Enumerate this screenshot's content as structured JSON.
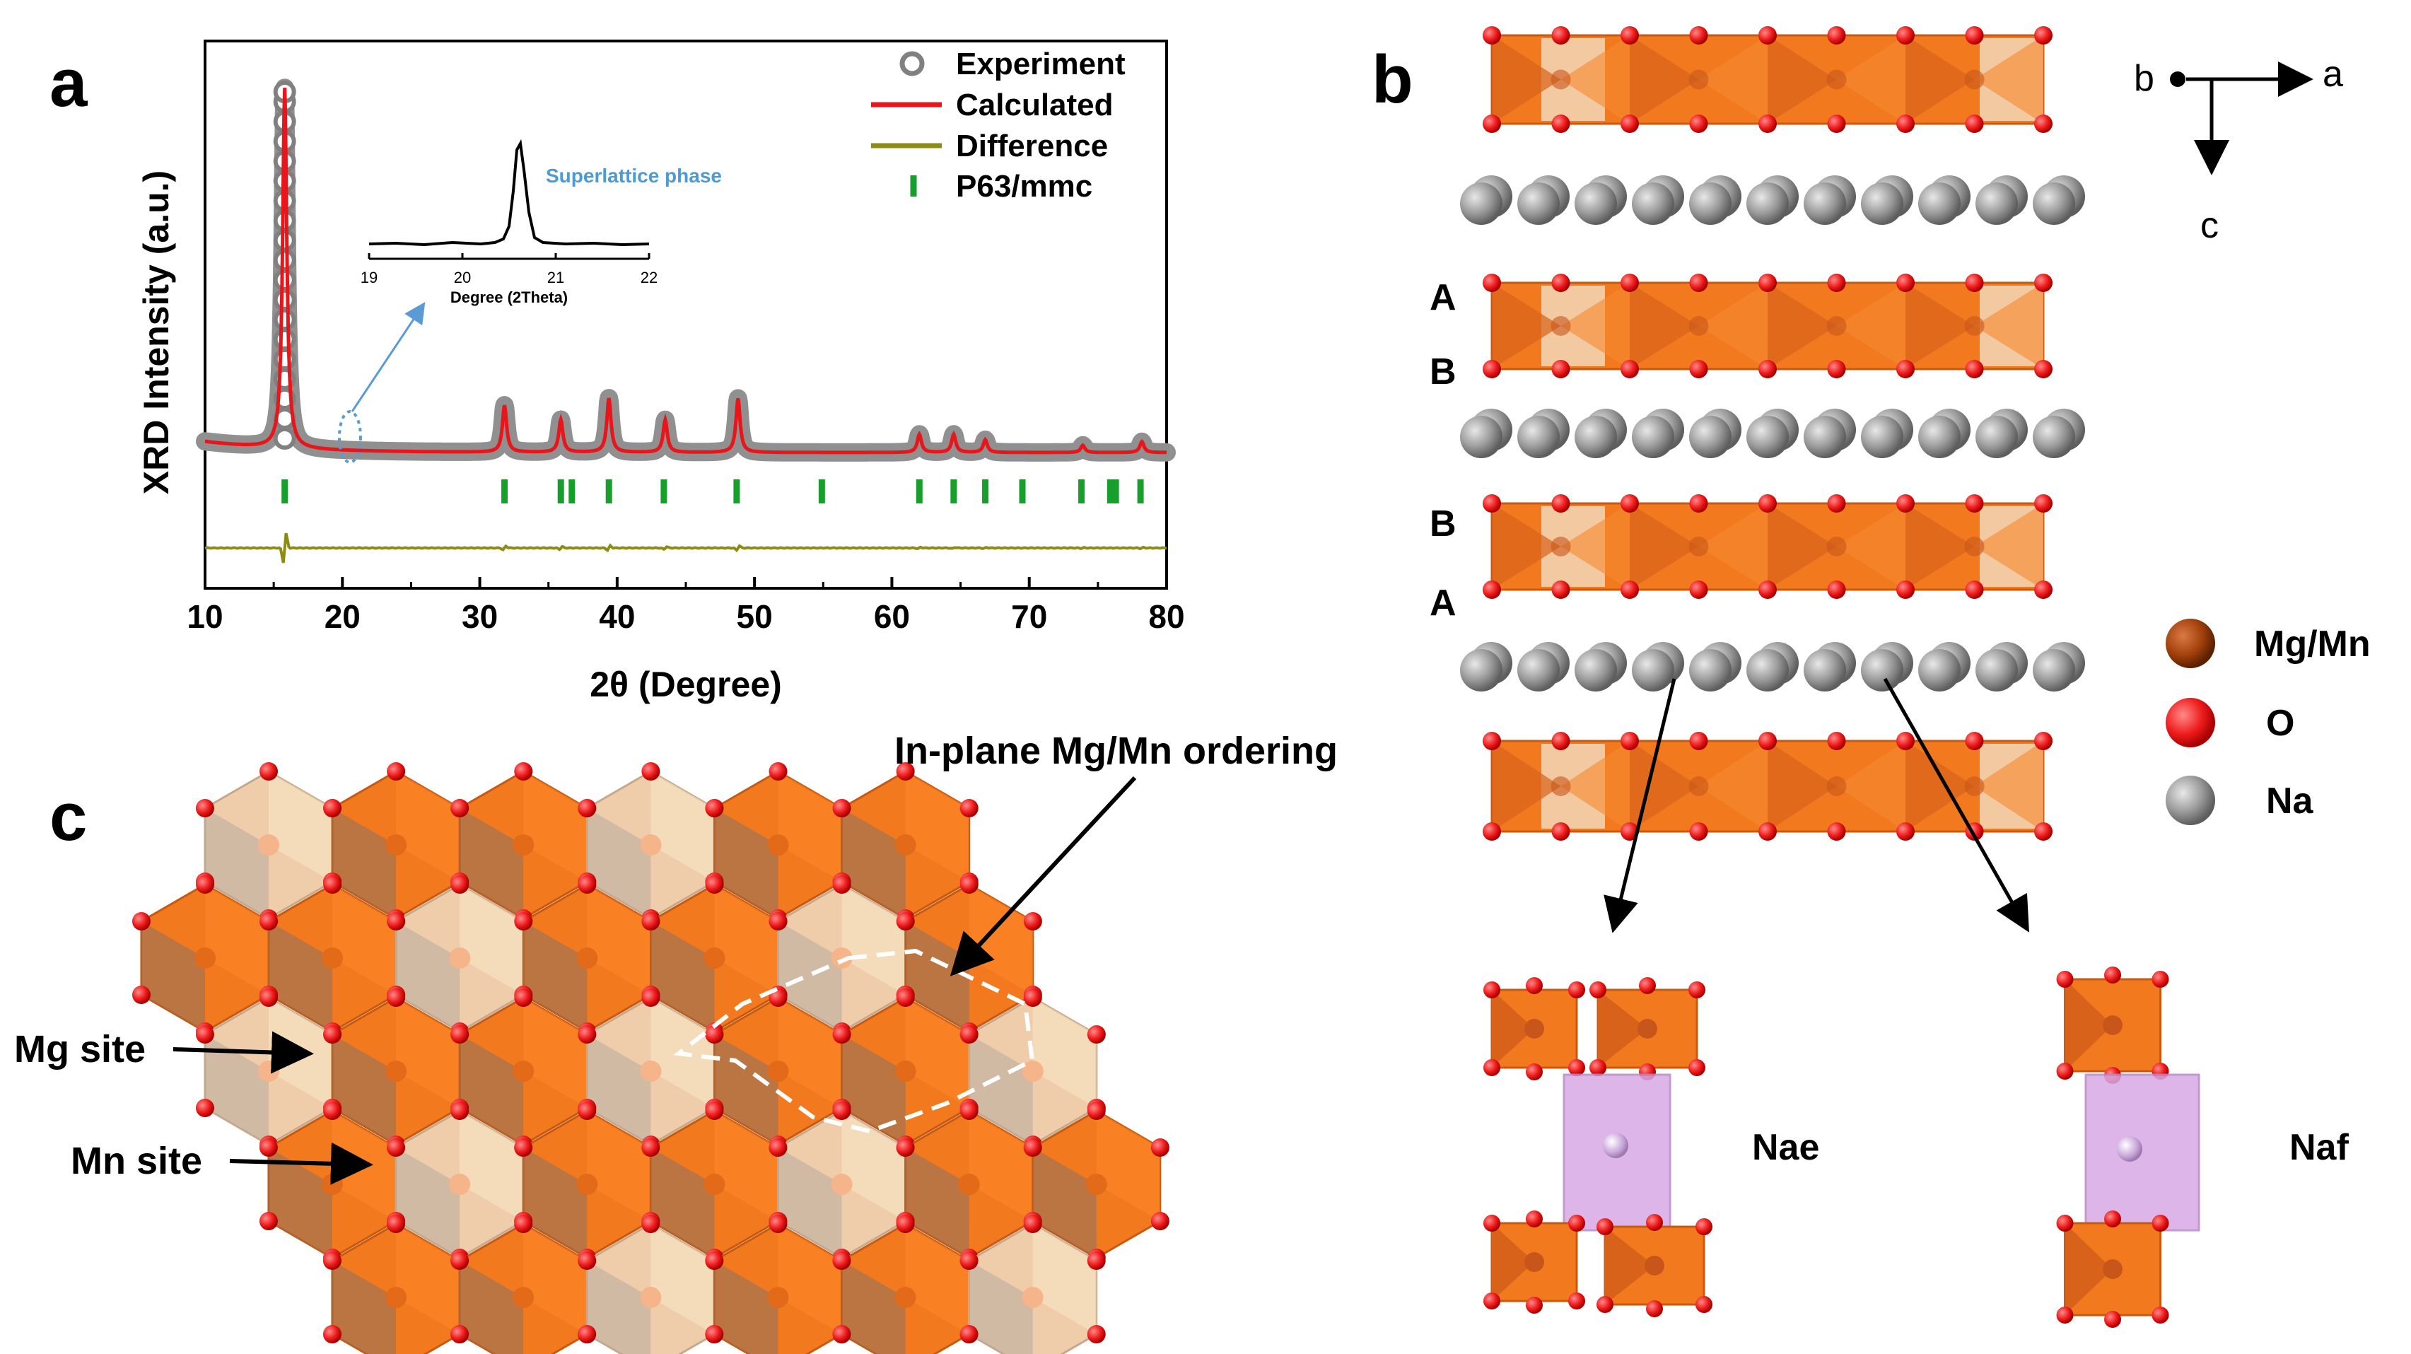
{
  "panels": {
    "a": "a",
    "b": "b",
    "c": "c"
  },
  "chart_data": {
    "type": "line",
    "xlabel": "2θ (Degree)",
    "ylabel": "XRD Intensity (a.u.)",
    "xlim": [
      10,
      80
    ],
    "x_ticks": [
      "10",
      "20",
      "30",
      "40",
      "50",
      "60",
      "70",
      "80"
    ],
    "legend": {
      "placement": "top-right",
      "items": [
        {
          "label": "Experiment",
          "marker": "open-circle",
          "color": "#808080"
        },
        {
          "label": "Calculated",
          "marker": "line",
          "color": "#e8161b"
        },
        {
          "label": "Difference",
          "marker": "line",
          "color": "#8c8b14"
        },
        {
          "label": "P63/mmc",
          "marker": "tick",
          "color": "#179f2c"
        }
      ]
    },
    "peaks": [
      {
        "x": 15.8,
        "height": 1.0
      },
      {
        "x": 31.8,
        "height": 0.13
      },
      {
        "x": 35.9,
        "height": 0.09
      },
      {
        "x": 39.4,
        "height": 0.15
      },
      {
        "x": 43.5,
        "height": 0.09
      },
      {
        "x": 48.8,
        "height": 0.15
      },
      {
        "x": 62.0,
        "height": 0.05
      },
      {
        "x": 64.5,
        "height": 0.05
      },
      {
        "x": 66.8,
        "height": 0.035
      },
      {
        "x": 73.9,
        "height": 0.02
      },
      {
        "x": 78.2,
        "height": 0.03
      }
    ],
    "bragg_positions": [
      15.8,
      31.8,
      35.9,
      36.7,
      39.4,
      43.4,
      48.7,
      54.9,
      62.0,
      64.5,
      66.8,
      69.5,
      73.8,
      75.9,
      76.3,
      78.1
    ],
    "baseline_fraction": 0.035,
    "inset": {
      "title": "Superlattice phase",
      "xlabel": "Degree (2Theta)",
      "x_ticks": [
        "19",
        "20",
        "21",
        "22"
      ],
      "xlim": [
        19,
        22
      ],
      "peak_x": 20.55
    }
  },
  "structure_b": {
    "axes": {
      "b": "b",
      "a": "a",
      "c": "c"
    },
    "stacking_labels": [
      "A",
      "B",
      "B",
      "A"
    ],
    "legend": [
      {
        "label": "Mg/Mn",
        "color": "#a3410c"
      },
      {
        "label": "O",
        "color": "#ee1c1c"
      },
      {
        "label": "Na",
        "color": "#9a9a9a"
      }
    ],
    "sites": {
      "nae": "Nae",
      "naf": "Naf"
    },
    "colors": {
      "mn_octa": "#f2791e",
      "mg_octa": "#f2d7b8",
      "na_prism": "#d8a9e6"
    }
  },
  "structure_c": {
    "annotation": "In-plane Mg/Mn ordering",
    "mg_site": "Mg site",
    "mn_site": "Mn site"
  }
}
